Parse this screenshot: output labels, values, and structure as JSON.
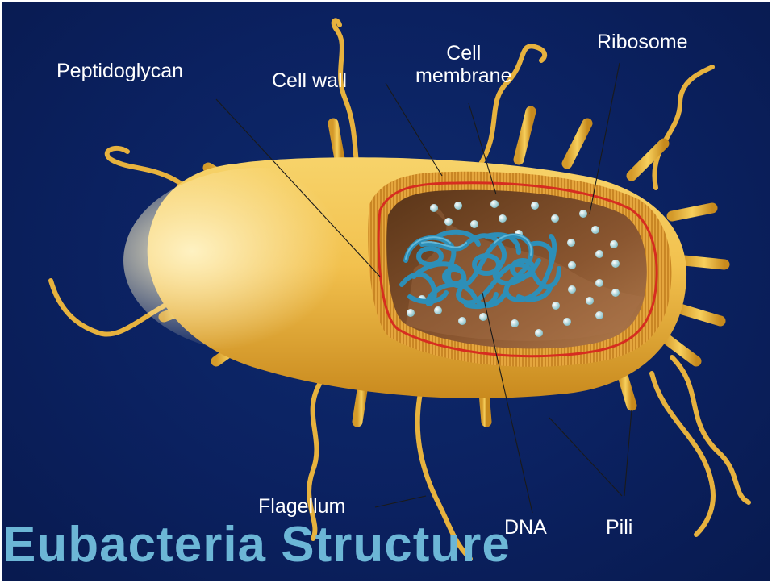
{
  "title": "Eubacteria Structure",
  "labels": {
    "peptidoglycan": "Peptidoglycan",
    "cell_wall": "Cell wall",
    "cell_membrane_line1": "Cell",
    "cell_membrane_line2": "membrane",
    "ribosome": "Ribosome",
    "flagellum": "Flagellum",
    "dna": "DNA",
    "pili": "Pili"
  },
  "colors": {
    "background": "#0b2160",
    "cell_body": "#f2c14e",
    "cytoplasm": "#7a4a26",
    "membrane": "#d62d20",
    "dna": "#2d8fb8",
    "ribosome": "#bfe3e6",
    "title": "#6cb6d6"
  }
}
